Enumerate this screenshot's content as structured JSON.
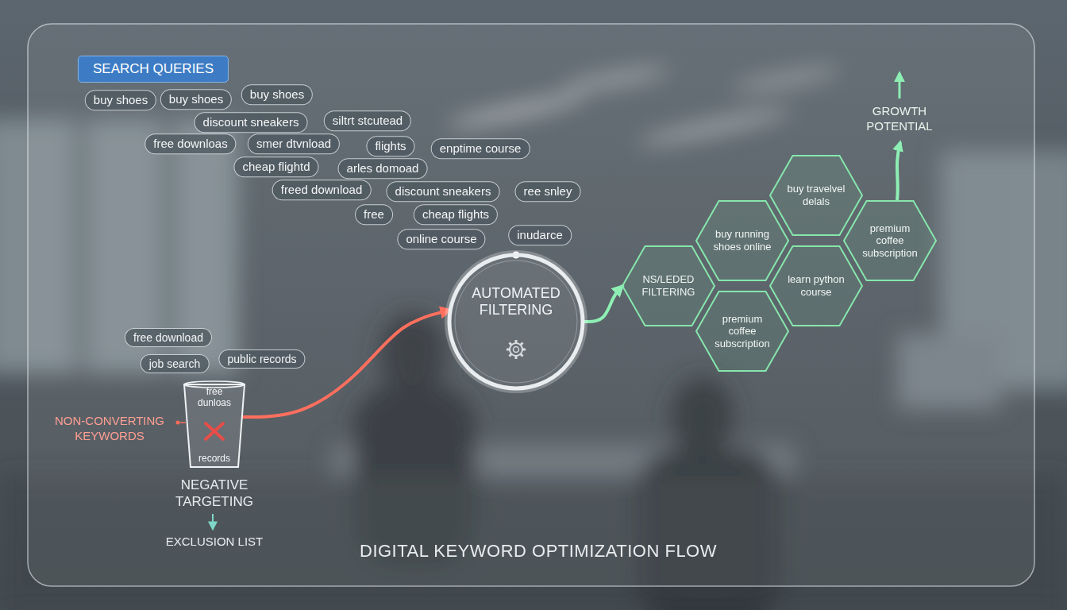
{
  "diagram": {
    "title": "DIGITAL KEYWORD OPTIMIZATION FLOW",
    "nodes": [
      {
        "text": [
          "SEARCH QUERIES"
        ]
      },
      {
        "text": [
          "buy shoes"
        ]
      },
      {
        "text": [
          "buy shoes"
        ]
      },
      {
        "text": [
          "buy shoes"
        ]
      },
      {
        "text": [
          "discount sneakers"
        ]
      },
      {
        "text": [
          "siltrt stcutead"
        ]
      },
      {
        "text": [
          "free downloas"
        ]
      },
      {
        "text": [
          "smer dtvnload"
        ]
      },
      {
        "text": [
          "flights"
        ]
      },
      {
        "text": [
          "enptime course"
        ]
      },
      {
        "text": [
          "cheap flightd"
        ]
      },
      {
        "text": [
          "arles domoad"
        ]
      },
      {
        "text": [
          "freed download"
        ]
      },
      {
        "text": [
          "discount sneakers"
        ]
      },
      {
        "text": [
          "ree snley"
        ]
      },
      {
        "text": [
          "free"
        ]
      },
      {
        "text": [
          "cheap flights"
        ]
      },
      {
        "text": [
          "online course"
        ]
      },
      {
        "text": [
          "inudarce"
        ]
      },
      {
        "text": [
          "free download"
        ]
      },
      {
        "text": [
          "job search"
        ]
      },
      {
        "text": [
          "public records"
        ]
      },
      {
        "text": [
          "free",
          "dunloas",
          "records"
        ]
      },
      {
        "text": [
          "AUTOMATED FILTERING"
        ]
      },
      {
        "text": [
          "NS/LEDED FILTERING"
        ]
      },
      {
        "text": [
          "buy running shoes online"
        ]
      },
      {
        "text": [
          "buy travelvel delals"
        ]
      },
      {
        "text": [
          "premium coffee subscription"
        ]
      },
      {
        "text": [
          "learn python course"
        ]
      },
      {
        "text": [
          "premium coffee subscription"
        ]
      }
    ],
    "edges": [
      {
        "from": 22,
        "to": 23,
        "arrow": "to"
      },
      {
        "from": 23,
        "to": 24,
        "arrow": "to"
      }
    ],
    "labels": [
      "NON-CONVERTING KEYWORDS",
      "NEGATIVE TARGETING",
      "EXCLUSION LIST",
      "GROWTH POTENTIAL"
    ]
  }
}
